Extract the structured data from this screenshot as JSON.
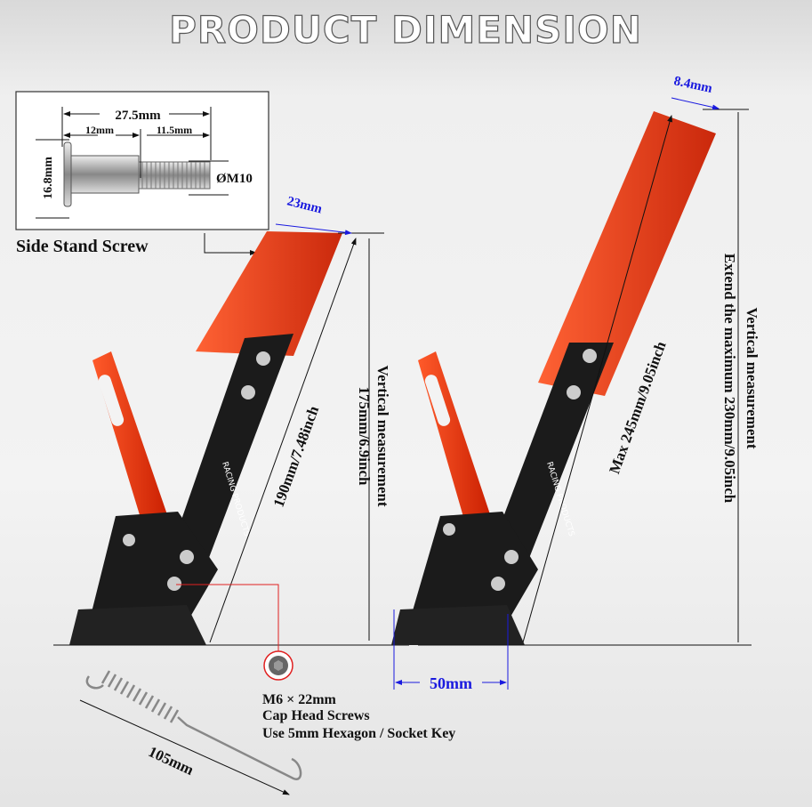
{
  "title": "PRODUCT DIMENSION",
  "screw_box": {
    "caption": "Side Stand Screw",
    "total_length": "27.5mm",
    "head_length": "12mm",
    "thread_length": "11.5mm",
    "head_diameter": "16.8mm",
    "thread_size": "ØM10"
  },
  "left_stand": {
    "top_width": "23mm",
    "length": "190mm/7.48inch",
    "vertical_label": "Vertical measurement",
    "vertical_value": "175mm/6.9inch",
    "brand_text": "RACING PRODUCTS"
  },
  "right_stand": {
    "top_width": "8.4mm",
    "length": "Max 245mm/9.05inch",
    "vertical_label": "Vertical measurement",
    "vertical_value": "Extend the maximum 230mm/9.05inch",
    "foot_width": "50mm",
    "brand_text": "RACING PRODUCTS"
  },
  "cap_screw": {
    "line1": "M6 × 22mm",
    "line2": "Cap Head Screws",
    "line3": "Use 5mm Hexagon / Socket Key"
  },
  "spring": {
    "length": "105mm"
  },
  "colors": {
    "red": "#e8300e",
    "blue": "#1a1adf",
    "black": "#111111"
  }
}
